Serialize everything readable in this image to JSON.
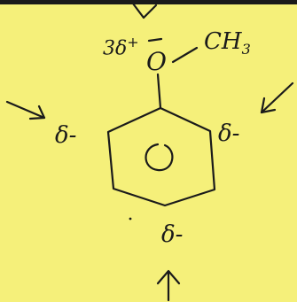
{
  "molecule": {
    "oxygen": "O",
    "oxygen_charge": "3δ",
    "oxygen_charge_sign": "+",
    "methyl": "CH",
    "methyl_subscript": "3",
    "partial_left": "δ-",
    "partial_right": "δ-",
    "partial_bottom": "δ-"
  },
  "colors": {
    "paper": "#f5f07a",
    "ink": "#1a1a1a"
  },
  "icons": [
    "arrow-left-icon",
    "arrow-right-icon",
    "arrow-bottom-icon",
    "arrow-top-icon"
  ]
}
